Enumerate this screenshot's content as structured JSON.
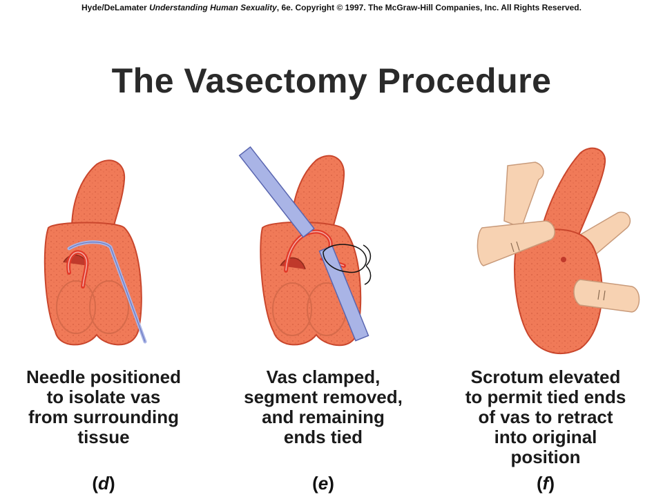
{
  "credit": {
    "authors": "Hyde/DeLamater",
    "book": "Understanding Human Sexuality",
    "rest": ", 6e. Copyright © 1997. The McGraw-Hill Companies, Inc. All Rights Reserved."
  },
  "title": "The Vasectomy Procedure",
  "colors": {
    "tissue": "#f07a58",
    "tissue_dark": "#c9462c",
    "vas": "#e23a2a",
    "needle": "#a9b4e6",
    "clamp": "#8f9be0",
    "finger": "#f7d2b2",
    "suture": "#111111"
  },
  "panels": [
    {
      "id": "d",
      "label": "d",
      "caption_lines": [
        "Needle positioned",
        "to isolate vas",
        "from surrounding",
        "tissue"
      ]
    },
    {
      "id": "e",
      "label": "e",
      "caption_lines": [
        "Vas clamped,",
        "segment removed,",
        "and remaining",
        "ends tied"
      ]
    },
    {
      "id": "f",
      "label": "f",
      "caption_lines": [
        "Scrotum elevated",
        "to permit tied ends",
        "of vas to retract",
        "into original",
        "position"
      ]
    }
  ]
}
